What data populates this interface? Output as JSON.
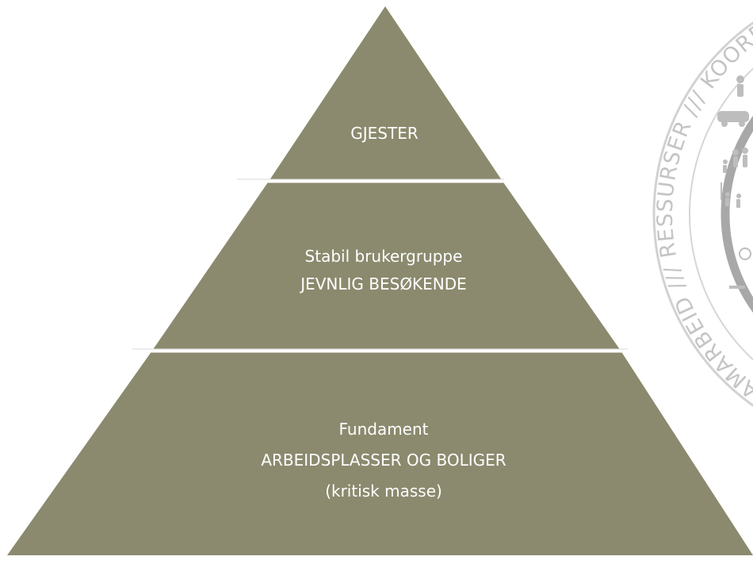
{
  "colors": {
    "pyramid_fill": "#8b8a6e",
    "separator": "#ffffff",
    "text": "#ffffff",
    "seal_ring": "#c8c8c8",
    "seal_inner_ring": "#aaaaaa",
    "seal_icons": "#b9b9b9"
  },
  "pyramid": {
    "top": {
      "lines": [
        "GJESTER"
      ]
    },
    "middle": {
      "lines": [
        "Stabil brukergruppe",
        "JEVNLIG BESØKENDE"
      ]
    },
    "bottom": {
      "lines": [
        "Fundament",
        "ARBEIDSPLASSER OG BOLIGER",
        "(kritisk masse)"
      ]
    }
  },
  "seal": {
    "ring_text": "SAMARBEID /// RESSURSER /// KOORDINERING"
  }
}
